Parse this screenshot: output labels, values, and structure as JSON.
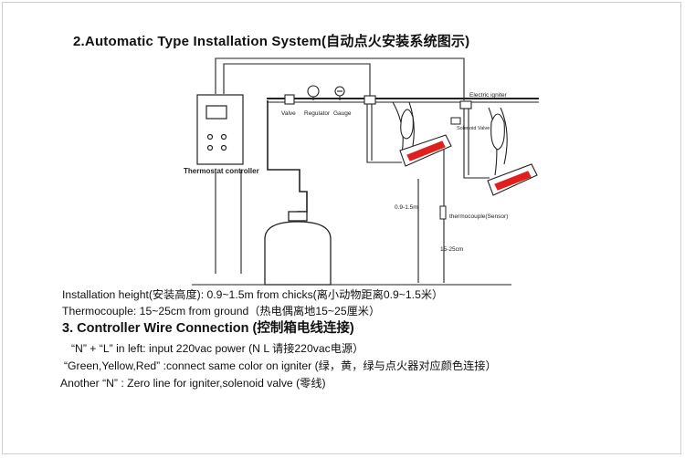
{
  "section2": {
    "title": "2.Automatic Type Installation System(自动点火安装系统图示)"
  },
  "diagram": {
    "thermostat_label": "Thermostat controller",
    "valve_label": "Valve",
    "regulator_label": "Regulator",
    "gauge_label": "Gauge",
    "igniter_label": "Electric igniter",
    "solenoid_label": "Solenoid Valve",
    "height_label": "0.9-1.5m",
    "thermocouple_label": "thermocouple(Sensor)",
    "thermo_height_label": "15-25cm"
  },
  "install": {
    "height_line": "Installation height(安装高度):  0.9~1.5m from chicks(离小动物距离0.9~1.5米）",
    "thermocouple_line": "Thermocouple: 15~25cm from ground（热电偶离地15~25厘米）"
  },
  "section3": {
    "title": "3. Controller Wire Connection (控制箱电线连接)",
    "line1": "“N” + “L”   in left: input 220vac power      (N L 请接220vac电源）",
    "line2": "“Green,Yellow,Red” :connect same color on igniter (绿，黄，绿与点火器对应颜色连接）",
    "line3": "Another “N” : Zero line for igniter,solenoid valve (零线)"
  },
  "colors": {
    "heater_red": "#e0201c",
    "line": "#222222"
  }
}
